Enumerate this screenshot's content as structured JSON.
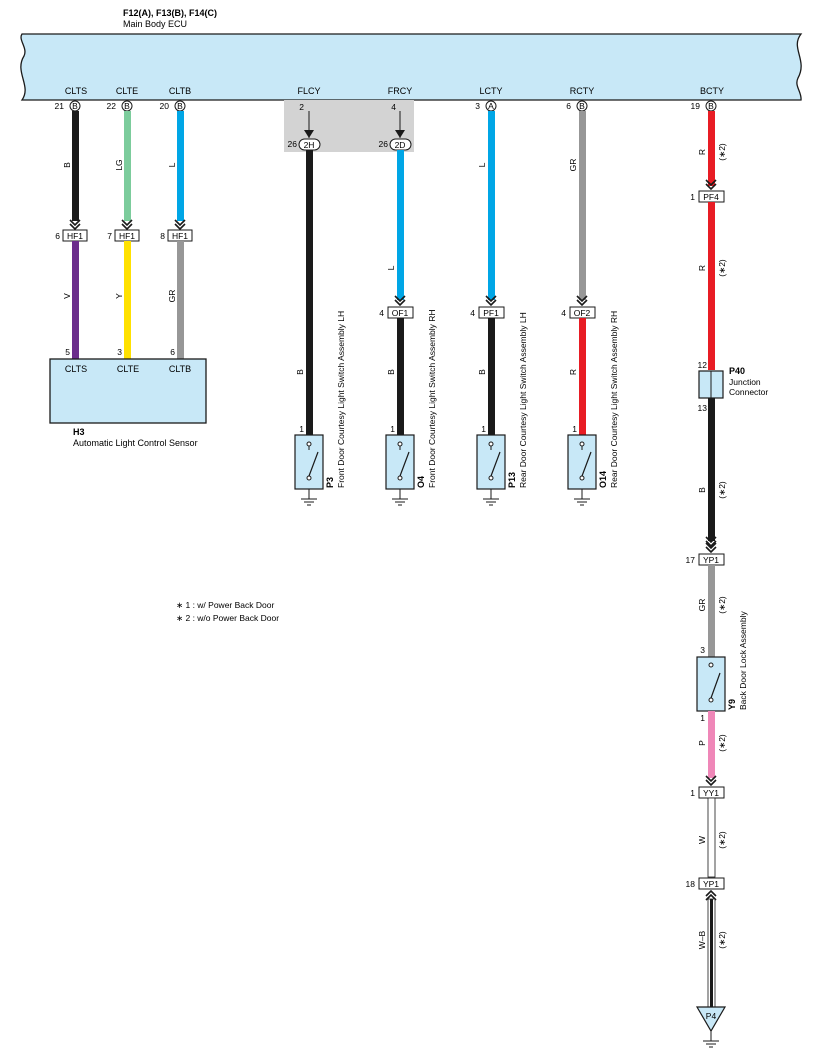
{
  "ecu": {
    "title": "F12(A), F13(B), F14(C)",
    "name": "Main Body ECU"
  },
  "ecu_pins": [
    {
      "label": "CLTS",
      "pin": "21",
      "conn": "B"
    },
    {
      "label": "CLTE",
      "pin": "22",
      "conn": "B"
    },
    {
      "label": "CLTB",
      "pin": "20",
      "conn": "B"
    },
    {
      "label": "FLCY",
      "pin": "2",
      "conn": ""
    },
    {
      "label": "FRCY",
      "pin": "4",
      "conn": ""
    },
    {
      "label": "LCTY",
      "pin": "3",
      "conn": "A"
    },
    {
      "label": "RCTY",
      "pin": "6",
      "conn": "B"
    },
    {
      "label": "BCTY",
      "pin": "19",
      "conn": "B"
    }
  ],
  "gray_connectors": [
    {
      "pin": "26",
      "code": "2H"
    },
    {
      "pin": "26",
      "code": "2D"
    }
  ],
  "wire_colors": {
    "B": "#1a1a1a",
    "LG": "#7ccc9c",
    "L": "#00a6e6",
    "GR": "#979797",
    "V": "#6b2d8c",
    "Y": "#ffe100",
    "R": "#e81c24",
    "P": "#ef87b8",
    "W": "#ffffff"
  },
  "wires": [
    {
      "color": "B",
      "label": "B"
    },
    {
      "color": "LG",
      "label": "LG"
    },
    {
      "color": "L",
      "label": "L"
    },
    {
      "color": "V",
      "label": "V"
    },
    {
      "color": "Y",
      "label": "Y"
    },
    {
      "color": "GR",
      "label": "GR"
    },
    {
      "color": "B",
      "label": "B"
    },
    {
      "color": "L",
      "label": "L"
    },
    {
      "color": "B",
      "label": "B"
    },
    {
      "color": "L",
      "label": "L"
    },
    {
      "color": "B",
      "label": "B"
    },
    {
      "color": "GR",
      "label": "GR"
    },
    {
      "color": "R",
      "label": "R"
    },
    {
      "color": "R",
      "label": "R",
      "note": "(∗2)"
    },
    {
      "color": "R",
      "label": "R",
      "note": "(∗2)"
    },
    {
      "color": "B",
      "label": "B",
      "note": "(∗2)"
    },
    {
      "color": "GR",
      "label": "GR",
      "note": "(∗2)"
    },
    {
      "color": "P",
      "label": "P",
      "note": "(∗2)"
    },
    {
      "color": "W",
      "label": "W",
      "note": "(∗2)"
    },
    {
      "color": "W-B",
      "label": "W–B",
      "note": "(∗2)"
    }
  ],
  "inline_connectors": [
    {
      "pin": "6",
      "code": "HF1"
    },
    {
      "pin": "7",
      "code": "HF1"
    },
    {
      "pin": "8",
      "code": "HF1"
    },
    {
      "pin": "4",
      "code": "OF1"
    },
    {
      "pin": "4",
      "code": "PF1"
    },
    {
      "pin": "4",
      "code": "OF2"
    },
    {
      "pin": "1",
      "code": "PF4"
    },
    {
      "pin": "17",
      "code": "YP1"
    },
    {
      "pin": "1",
      "code": "YY1"
    },
    {
      "pin": "18",
      "code": "YP1"
    }
  ],
  "sensor": {
    "code": "H3",
    "name": "Automatic Light Control Sensor",
    "pins": [
      {
        "label": "CLTS",
        "pin": "5"
      },
      {
        "label": "CLTE",
        "pin": "3"
      },
      {
        "label": "CLTB",
        "pin": "6"
      }
    ]
  },
  "switches": [
    {
      "code": "P3",
      "name": "Front Door Courtesy Light Switch Assembly LH",
      "pin": "1"
    },
    {
      "code": "O4",
      "name": "Front Door Courtesy Light Switch Assembly RH",
      "pin": "1"
    },
    {
      "code": "P13",
      "name": "Rear Door Courtesy Light Switch Assembly LH",
      "pin": "1"
    },
    {
      "code": "O14",
      "name": "Rear Door Courtesy Light Switch Assembly RH",
      "pin": "1"
    }
  ],
  "junction": {
    "code": "P40",
    "name_line1": "Junction",
    "name_line2": "Connector",
    "pin_top": "12",
    "pin_bottom": "13"
  },
  "back_door": {
    "code": "Y9",
    "name": "Back Door Lock Assembly",
    "pin_top": "3",
    "pin_bottom": "1"
  },
  "ground_point": {
    "code": "P4"
  },
  "notes": [
    "∗ 1 : w/ Power Back Door",
    "∗ 2 : w/o Power Back Door"
  ]
}
